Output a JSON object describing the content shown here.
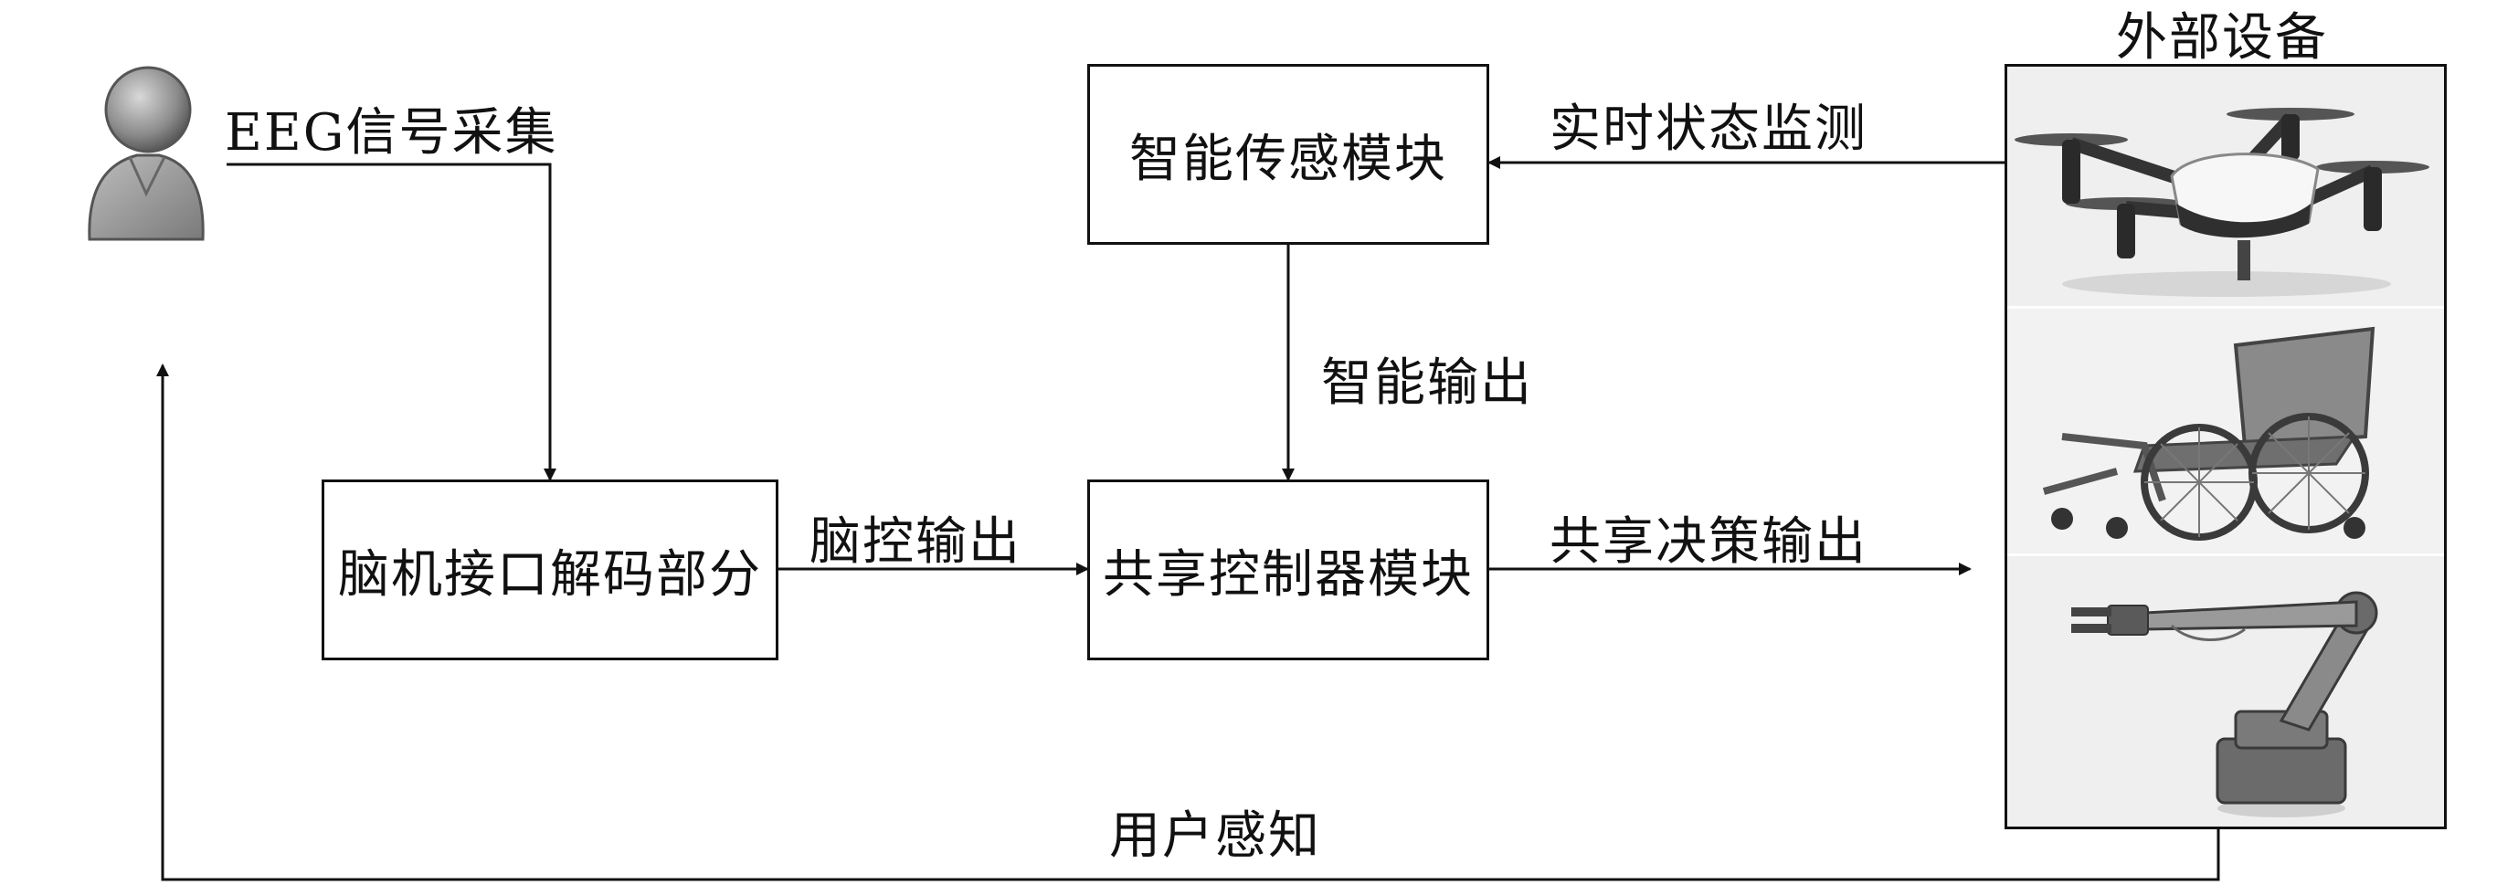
{
  "diagram": {
    "eeg_label": "EEG信号采集",
    "external_devices_title": "外部设备",
    "sensing_module_label": "智能传感模块",
    "bci_decoding_label": "脑机接口解码部分",
    "shared_controller_label": "共享控制器模块",
    "realtime_monitoring_label": "实时状态监测",
    "smart_output_label": "智能输出",
    "brain_control_output_label": "脑控输出",
    "shared_decision_output_label": "共享决策输出",
    "user_perception_label": "用户感知"
  },
  "devices": [
    {
      "name": "drone-image"
    },
    {
      "name": "wheelchair-image"
    },
    {
      "name": "robotic-arm-image"
    }
  ]
}
